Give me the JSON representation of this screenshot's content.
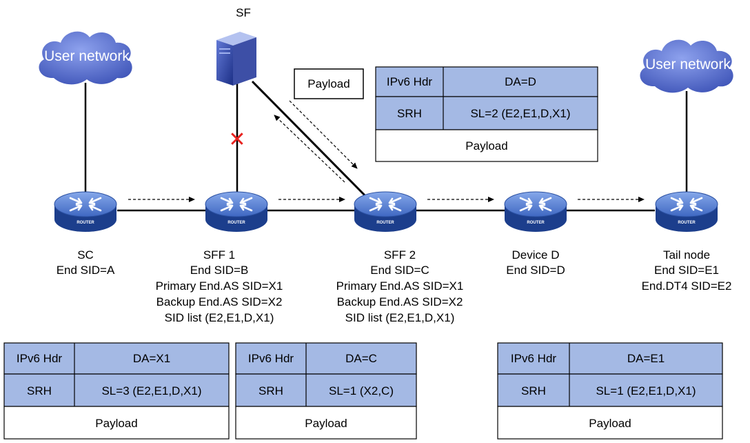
{
  "clouds": [
    {
      "label": "User network"
    },
    {
      "label": "User network"
    }
  ],
  "sf": {
    "label": "SF"
  },
  "router_badge": "ROUTER",
  "fault_mark": "✕",
  "nodes": [
    {
      "lines": [
        "SC",
        "End SID=A"
      ]
    },
    {
      "lines": [
        "SFF 1",
        "End SID=B",
        "Primary End.AS SID=X1",
        "Backup End.AS SID=X2",
        "SID list (E2,E1,D,X1)"
      ]
    },
    {
      "lines": [
        "SFF 2",
        "End SID=C",
        "Primary End.AS SID=X1",
        "Backup End.AS SID=X2",
        "SID list (E2,E1,D,X1)"
      ]
    },
    {
      "lines": [
        "Device D",
        "End SID=D"
      ]
    },
    {
      "lines": [
        "Tail node",
        "End SID=E1",
        "End.DT4 SID=E2"
      ]
    }
  ],
  "payload_box": {
    "label": "Payload"
  },
  "packets": [
    {
      "ipv6_label": "IPv6 Hdr",
      "da": "DA=D",
      "srh_label": "SRH",
      "sl": "SL=2 (E2,E1,D,X1)",
      "payload": "Payload"
    },
    {
      "ipv6_label": "IPv6 Hdr",
      "da": "DA=X1",
      "srh_label": "SRH",
      "sl": "SL=3 (E2,E1,D,X1)",
      "payload": "Payload"
    },
    {
      "ipv6_label": "IPv6 Hdr",
      "da": "DA=C",
      "srh_label": "SRH",
      "sl": "SL=1 (X2,C)",
      "payload": "Payload"
    },
    {
      "ipv6_label": "IPv6 Hdr",
      "da": "DA=E1",
      "srh_label": "SRH",
      "sl": "SL=1 (E2,E1,D,X1)",
      "payload": "Payload"
    }
  ],
  "colors": {
    "header_fill": "#a4b9e4",
    "router_dark": "#1c3e8c",
    "router_light": "#5d86d6",
    "cloud": "#4d66c8",
    "fault": "#e8221f"
  }
}
